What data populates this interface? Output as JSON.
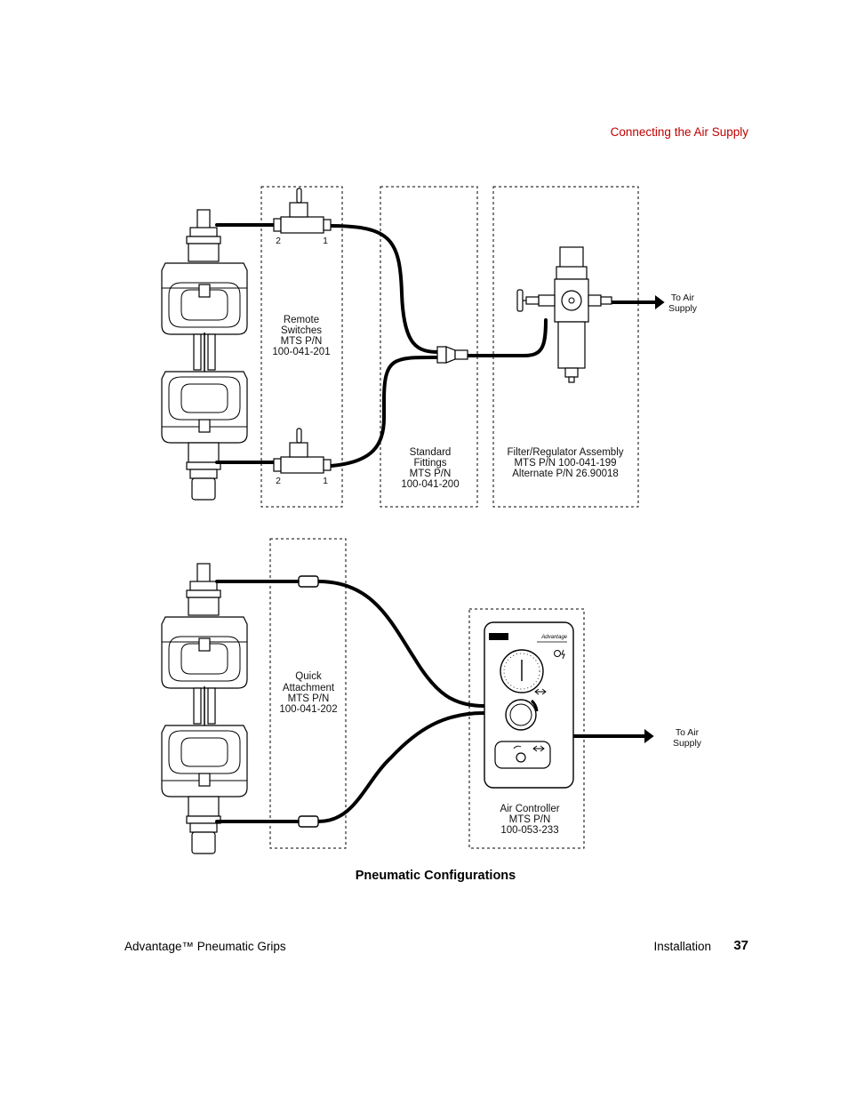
{
  "header": {
    "section_title": "Connecting the Air Supply"
  },
  "figure": {
    "top": {
      "remote_switches": {
        "name": "Remote",
        "name2": "Switches",
        "pn_label": "MTS P/N",
        "pn": "100-041-201"
      },
      "standard_fittings": {
        "name": "Standard",
        "name2": "Fittings",
        "pn_label": "MTS P/N",
        "pn": "100-041-200"
      },
      "filter_regulator": {
        "name": "Filter/Regulator Assembly",
        "pn": "MTS P/N 100-041-199",
        "alt": "Alternate P/N 26.90018"
      },
      "to_air": {
        "line1": "To Air",
        "line2": "Supply"
      },
      "port_labels": {
        "upper_left": "2",
        "upper_right": "1",
        "lower_left": "2",
        "lower_right": "1"
      }
    },
    "bottom": {
      "quick_attachment": {
        "name": "Quick",
        "name2": "Attachment",
        "pn_label": "MTS P/N",
        "pn": "100-041-202"
      },
      "air_controller": {
        "name": "Air Controller",
        "pn_label": "MTS P/N",
        "pn": "100-053-233"
      },
      "to_air": {
        "line1": "To Air",
        "line2": "Supply"
      },
      "controller_brand": "Advantage"
    }
  },
  "caption": "Pneumatic Configurations",
  "footer": {
    "product": "Advantage™ Pneumatic Grips",
    "section": "Installation",
    "page": "37"
  }
}
